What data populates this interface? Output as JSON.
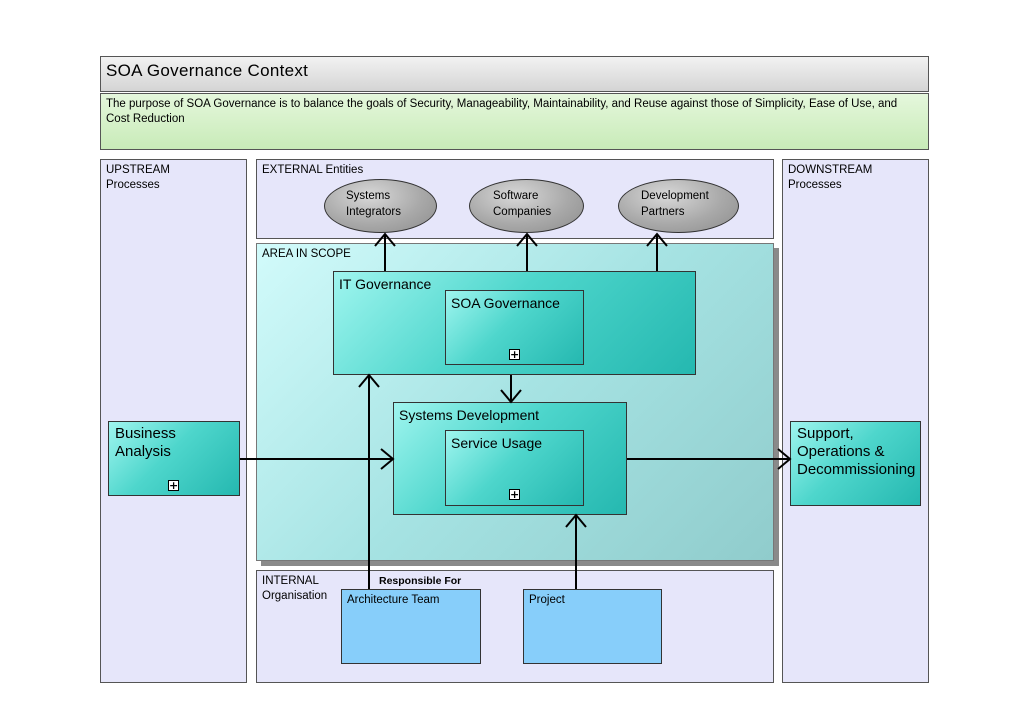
{
  "header": {
    "title": "SOA Governance Context",
    "purpose": "The purpose of SOA Governance is to balance the goals of Security, Manageability, Maintainability, and Reuse against those of Simplicity, Ease of Use, and Cost Reduction"
  },
  "upstream": {
    "line1": "UPSTREAM",
    "line2": "Processes"
  },
  "downstream": {
    "line1": "DOWNSTREAM",
    "line2": "Processes"
  },
  "external": {
    "label": "EXTERNAL Entities",
    "entities": [
      {
        "line1": "Systems",
        "line2": "Integrators"
      },
      {
        "line1": "Software",
        "line2": "Companies"
      },
      {
        "line1": "Development",
        "line2": "Partners"
      }
    ]
  },
  "scope": {
    "label": "AREA IN SCOPE",
    "it_governance": "IT Governance",
    "soa_governance": "SOA Governance",
    "systems_development": "Systems Development",
    "service_usage": "Service Usage"
  },
  "business_analysis": {
    "line1": "Business",
    "line2": "Analysis"
  },
  "support": {
    "line1": "Support,",
    "line2": "Operations &",
    "line3": "Decommissioning"
  },
  "internal": {
    "line1": "INTERNAL",
    "line2": "Organisation",
    "responsible_for": "Responsible For",
    "architecture_team": "Architecture Team",
    "project": "Project"
  },
  "plus_symbol": "+"
}
